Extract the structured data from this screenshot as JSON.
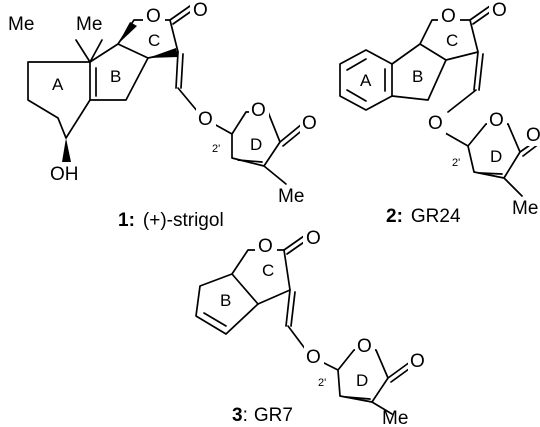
{
  "compounds": [
    {
      "number": "1",
      "separator": ":",
      "name": "(+)-strigol",
      "ring_labels": [
        "A",
        "B",
        "C",
        "D"
      ],
      "atoms": {
        "me_left": "Me",
        "me_right": "Me",
        "o_lactone": "O",
        "o_carbonyl": "O",
        "o_ether": "O",
        "o_ring_d": "O",
        "o_carbonyl_d": "O",
        "hydroxyl": "OH",
        "me_d": "Me"
      },
      "stereo_label": "2'"
    },
    {
      "number": "2",
      "separator": ":",
      "name": "GR24",
      "ring_labels": [
        "A",
        "B",
        "C",
        "D"
      ],
      "atoms": {
        "o_lactone": "O",
        "o_carbonyl": "O",
        "o_ether": "O",
        "o_ring_d": "O",
        "o_carbonyl_d": "O",
        "me_d": "Me"
      },
      "stereo_label": "2'"
    },
    {
      "number": "3",
      "separator": ":",
      "name": "GR7",
      "ring_labels": [
        "B",
        "C",
        "D"
      ],
      "atoms": {
        "o_lactone": "O",
        "o_carbonyl": "O",
        "o_ether": "O",
        "o_ring_d": "O",
        "o_carbonyl_d": "O",
        "me_d": "Me"
      },
      "stereo_label": "2'"
    }
  ]
}
